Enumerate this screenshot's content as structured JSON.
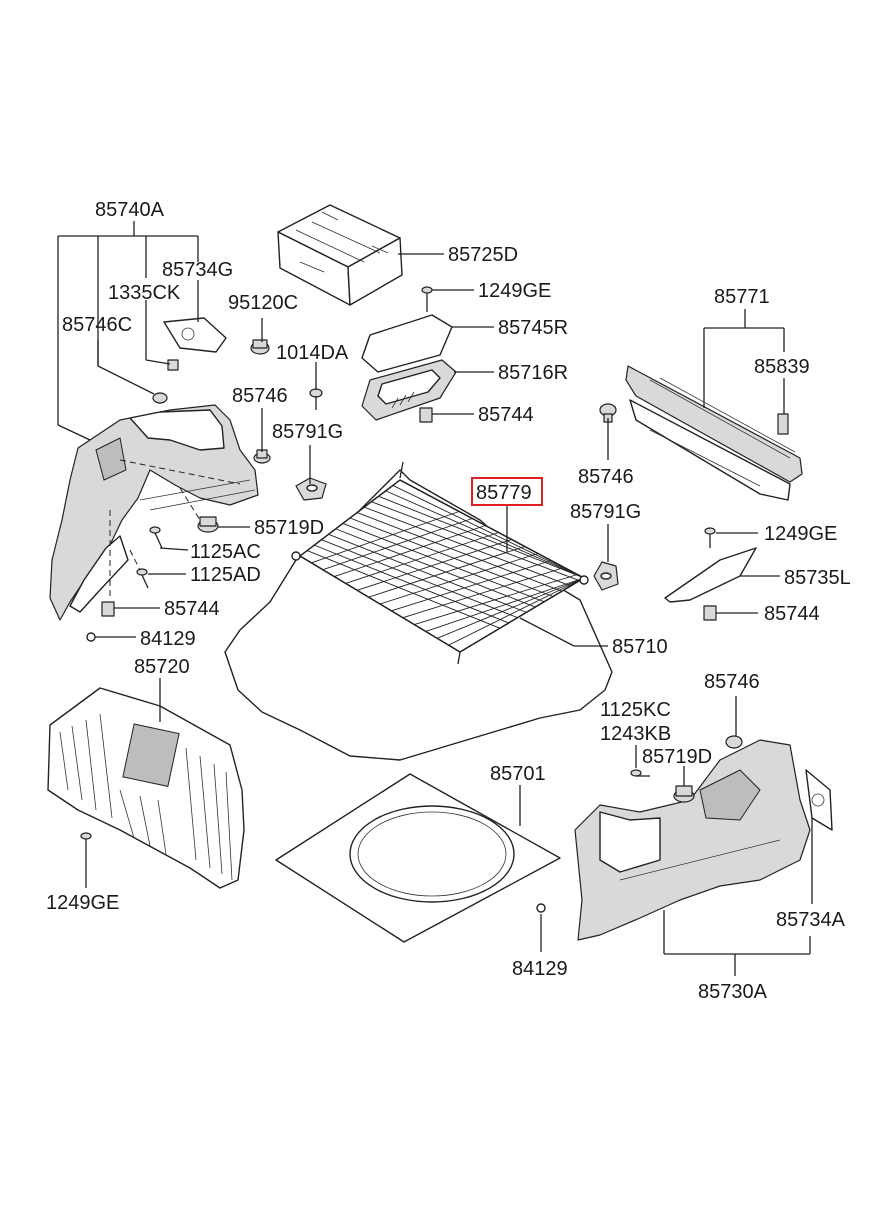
{
  "labels": {
    "l_85740A": "85740A",
    "l_85734G": "85734G",
    "l_1335CK": "1335CK",
    "l_85746C": "85746C",
    "l_95120C": "95120C",
    "l_1014DA": "1014DA",
    "l_85746_left": "85746",
    "l_85791G_left": "85791G",
    "l_85719D_left": "85719D",
    "l_1125AC": "1125AC",
    "l_1125AD": "1125AD",
    "l_85744_left": "85744",
    "l_84129_left": "84129",
    "l_85720": "85720",
    "l_1249GE_left": "1249GE",
    "l_85725D": "85725D",
    "l_1249GE_top": "1249GE",
    "l_85745R": "85745R",
    "l_85716R": "85716R",
    "l_85744_mid": "85744",
    "l_85779": "85779",
    "l_85746_mid": "85746",
    "l_85791G_mid": "85791G",
    "l_85710": "85710",
    "l_85701": "85701",
    "l_84129_bottom": "84129",
    "l_85771": "85771",
    "l_85839": "85839",
    "l_1249GE_right": "1249GE",
    "l_85735L": "85735L",
    "l_85744_right": "85744",
    "l_85746_right": "85746",
    "l_1125KC": "1125KC",
    "l_1243KB": "1243KB",
    "l_85719D_right": "85719D",
    "l_85734A": "85734A",
    "l_85730A": "85730A"
  },
  "highlight_color": "#e02020",
  "highlighted_part": "85779"
}
